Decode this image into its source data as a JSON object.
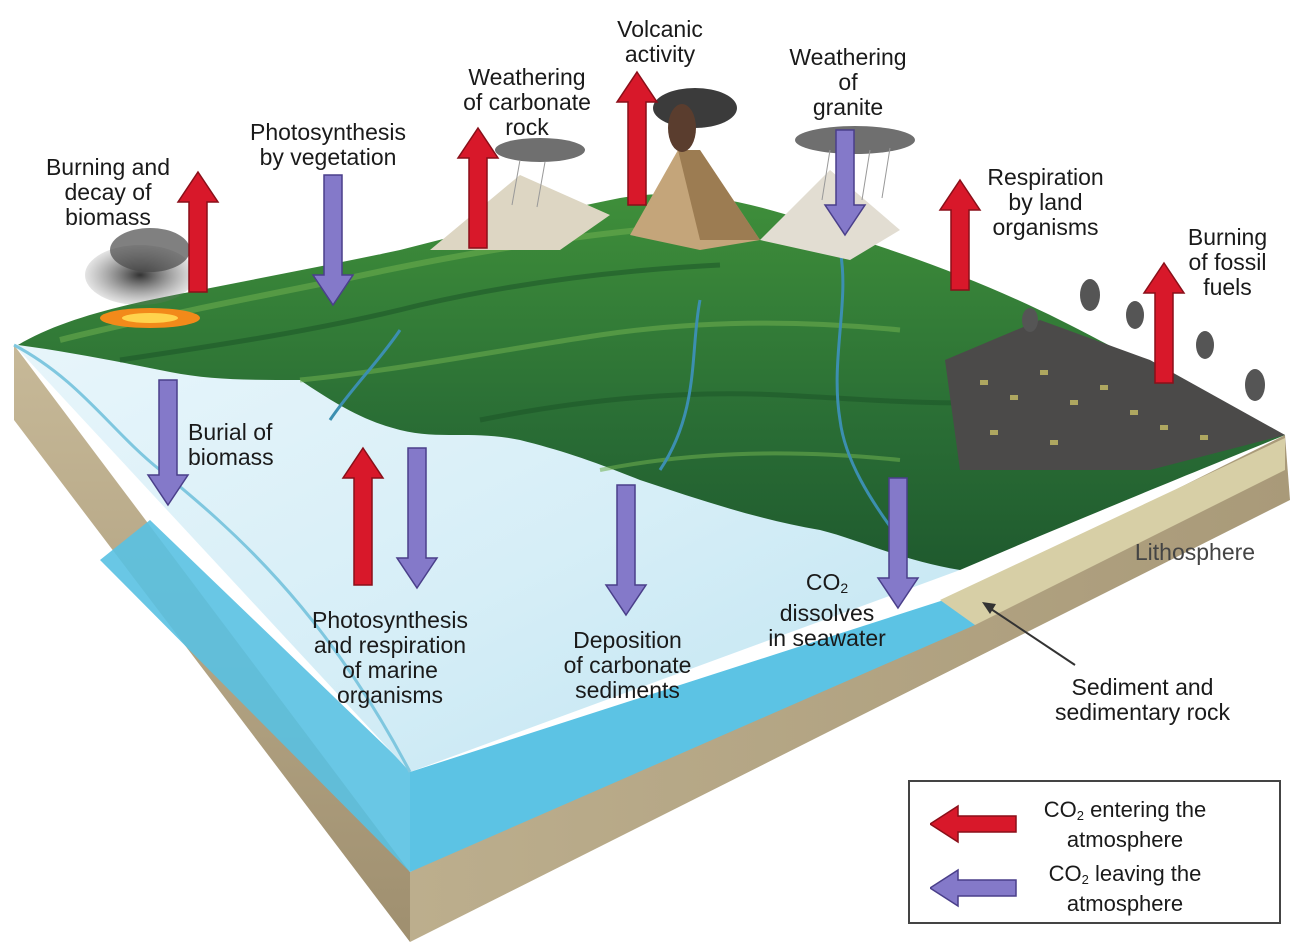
{
  "labels": {
    "burning_decay": [
      "Burning and",
      "decay of",
      "biomass"
    ],
    "photosynthesis_veg": [
      "Photosynthesis",
      "by vegetation"
    ],
    "weathering_carbonate": [
      "Weathering",
      "of carbonate",
      "rock"
    ],
    "volcanic": [
      "Volcanic",
      "activity"
    ],
    "weathering_granite": [
      "Weathering",
      "of",
      "granite"
    ],
    "respiration_land": [
      "Respiration",
      "by land",
      "organisms"
    ],
    "burning_fossil": [
      "Burning",
      "of fossil",
      "fuels"
    ],
    "burial": [
      "Burial of",
      "biomass"
    ],
    "photo_marine": [
      "Photosynthesis",
      "and respiration",
      "of marine",
      "organisms"
    ],
    "deposition": [
      "Deposition",
      "of carbonate",
      "sediments"
    ],
    "co2_dissolves": {
      "co": "CO",
      "sub": "2",
      "line2": "dissolves",
      "line3": "in seawater"
    },
    "lithosphere": "Lithosphere",
    "sediment": [
      "Sediment and",
      "sedimentary rock"
    ]
  },
  "legend": {
    "entering": {
      "co": "CO",
      "sub": "2",
      "text1": " entering the",
      "text2": "atmosphere"
    },
    "leaving": {
      "co": "CO",
      "sub": "2",
      "text1": " leaving the",
      "text2": "atmosphere"
    }
  },
  "colors": {
    "entering_arrow": "#d8182a",
    "leaving_arrow": "#8479c9",
    "forest": "#2f7d3a",
    "ocean": "#5cc3e4",
    "crust": "#b6a788"
  }
}
